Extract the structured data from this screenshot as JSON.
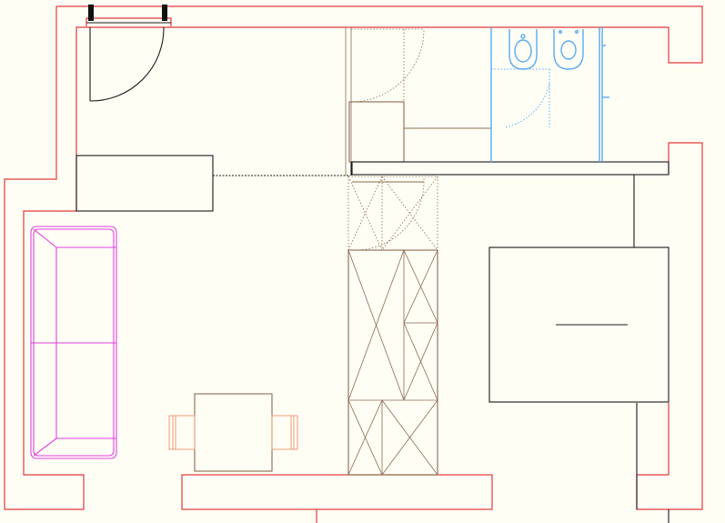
{
  "colors": {
    "background": "#fffef5",
    "walls": "#e03a3a",
    "lines": "#1a1a1a",
    "cabinetry": "#8a6a50",
    "sofa": "#e040e0",
    "chairs": "#ef9a7a",
    "sanitary": "#5aaaf0"
  },
  "elements": [
    "exterior-walls",
    "entry-door",
    "counter",
    "sofa",
    "dining-table",
    "dining-chairs",
    "wardrobe-unit",
    "bathroom-fixtures",
    "bed",
    "partition-walls"
  ]
}
